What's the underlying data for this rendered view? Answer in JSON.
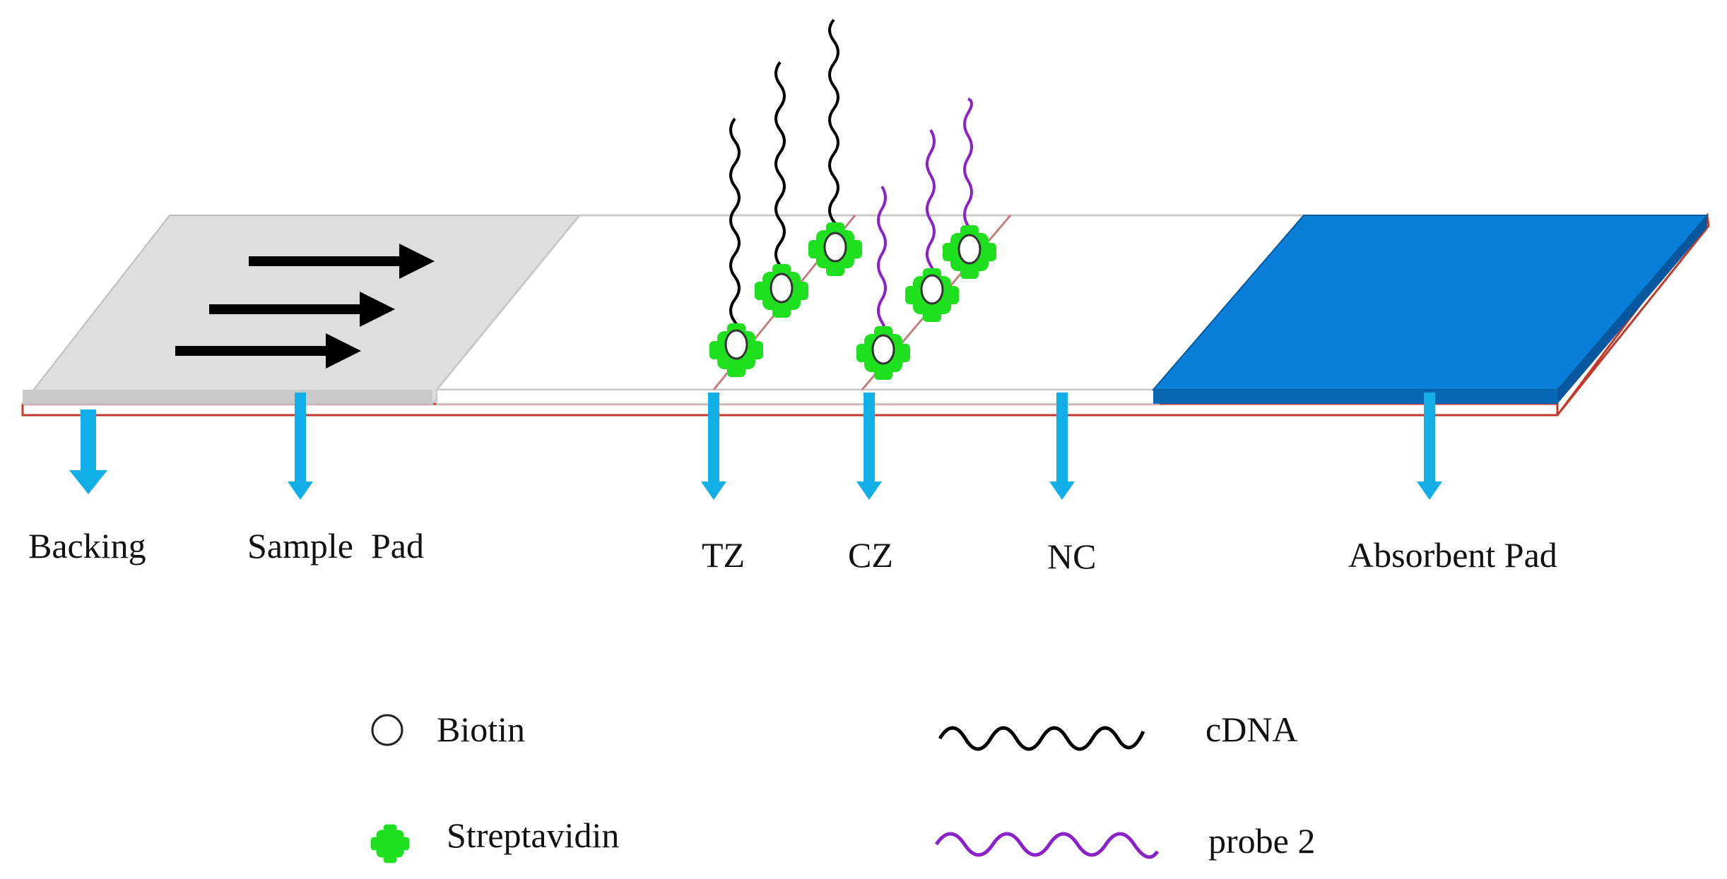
{
  "labels": {
    "backing": "Backing",
    "sample_pad": "Sample  Pad",
    "tz": "TZ",
    "cz": "CZ",
    "nc": "NC",
    "absorbent_pad": "Absorbent Pad"
  },
  "legend": {
    "biotin": "Biotin",
    "streptavidin": "Streptavidin",
    "cdna": "cDNA",
    "probe2": "probe 2"
  },
  "colors": {
    "sample_pad": "#dedede",
    "absorbent_pad": "#0a7fd8",
    "arrow_blue": "#12aee8",
    "streptavidin": "#1fe01f",
    "cdna": "#000000",
    "probe2": "#8a22c8",
    "backing_edge": "#c0392b"
  },
  "icons": {
    "flow_arrow": "right-arrow-icon",
    "pointer_arrow": "down-arrow-icon",
    "biotin": "circle-icon",
    "streptavidin": "cross-blob-icon"
  }
}
